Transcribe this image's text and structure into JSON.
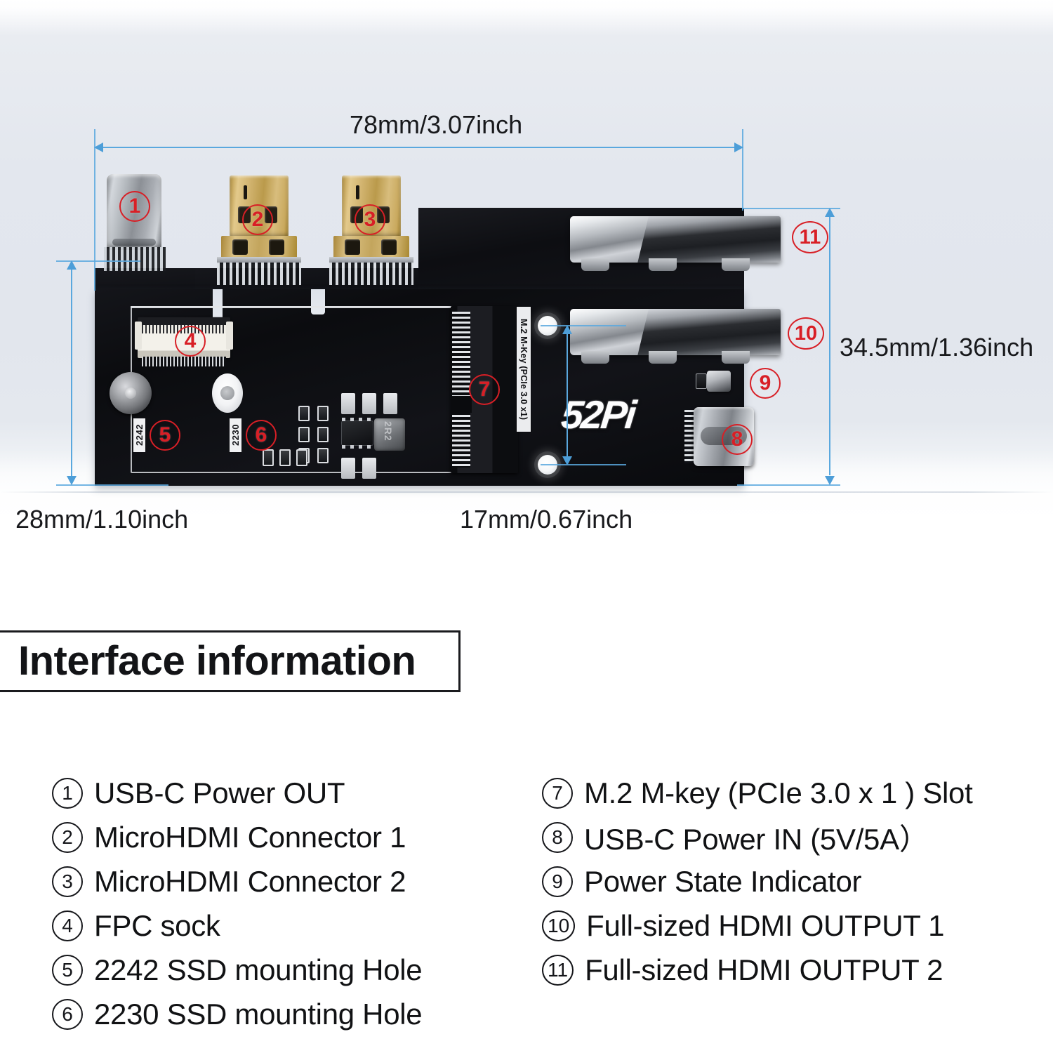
{
  "product": {
    "brand_logo": "52Pi",
    "board_silk_labels": {
      "m2_slot": "M.2 M-Key (PCIe 3.0 x1)",
      "hole_2242": "2242",
      "hole_2230": "2230",
      "inductor": "2R2"
    }
  },
  "dimensions": {
    "width": "78mm/3.07inch",
    "height_left": "28mm/1.10inch",
    "hole_spacing": "17mm/0.67inch",
    "height_right": "34.5mm/1.36inch"
  },
  "photo_callouts": [
    {
      "id": "1",
      "label": "1"
    },
    {
      "id": "2",
      "label": "2"
    },
    {
      "id": "3",
      "label": "3"
    },
    {
      "id": "4",
      "label": "4"
    },
    {
      "id": "5",
      "label": "5"
    },
    {
      "id": "6",
      "label": "6"
    },
    {
      "id": "7",
      "label": "7"
    },
    {
      "id": "8",
      "label": "8"
    },
    {
      "id": "9",
      "label": "9"
    },
    {
      "id": "10",
      "label": "10"
    },
    {
      "id": "11",
      "label": "11"
    }
  ],
  "section": {
    "title": "Interface information"
  },
  "legend": {
    "left": [
      {
        "num": "1",
        "text": "USB-C Power OUT"
      },
      {
        "num": "2",
        "text": "MicroHDMI Connector 1"
      },
      {
        "num": "3",
        "text": "MicroHDMI Connector 2"
      },
      {
        "num": "4",
        "text": "FPC sock"
      },
      {
        "num": "5",
        "text": "2242 SSD mounting Hole"
      },
      {
        "num": "6",
        "text": "2230 SSD mounting Hole"
      }
    ],
    "right": [
      {
        "num": "7",
        "text": "M.2 M-key (PCIe 3.0 x 1 ) Slot"
      },
      {
        "num": "8",
        "text": "USB-C Power IN (5V/5A）"
      },
      {
        "num": "9",
        "text": "Power State Indicator"
      },
      {
        "num": "10",
        "text": "Full-sized HDMI OUTPUT  1"
      },
      {
        "num": "11",
        "text": "Full-sized HDMI OUTPUT  2"
      }
    ]
  },
  "colors": {
    "dimension_line": "#5aa8de",
    "callout_red": "#d81f26",
    "text_dark": "#15161a",
    "background": "#e3e7ee",
    "pcb_black": "#0b0c0f"
  }
}
